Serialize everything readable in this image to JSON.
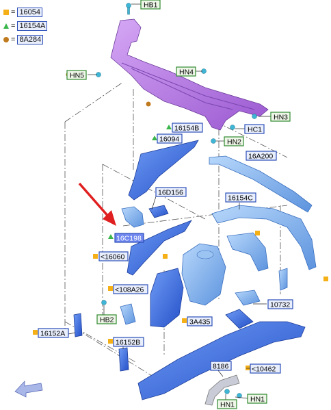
{
  "legend": [
    {
      "symbol": "square",
      "color": "#f5b017",
      "code": "16054"
    },
    {
      "symbol": "triangle",
      "color": "#3ab54a",
      "code": "16154A"
    },
    {
      "symbol": "circle",
      "color": "#c07a1e",
      "code": "8A284"
    }
  ],
  "labels": {
    "hb1": "HB1",
    "hn5": "HN5",
    "hn4": "HN4",
    "hn3": "HN3",
    "hc1": "HC1",
    "hn2": "HN2",
    "p16154b": "16154B",
    "p16094": "16094",
    "p16a200": "16A200",
    "p16d156": "16D156",
    "p16154c": "16154C",
    "p16c198": "16C198",
    "p16060": "<16060",
    "p108a26": "<108A26",
    "p10732": "10732",
    "hb2": "HB2",
    "p3a435": "3A435",
    "p16152a": "16152A",
    "p16152b": "16152B",
    "p8186": "8186",
    "p10462": "<10462",
    "hn1a": "HN1",
    "hn1b": "HN1"
  },
  "colors": {
    "purple": "#b57ae0",
    "blue": "#3f6fe0",
    "lightblue": "#7fb2ee",
    "arrow": "#e02020",
    "tagGreen": "#2f8a2f",
    "tagBlue": "#2b4eb8"
  }
}
